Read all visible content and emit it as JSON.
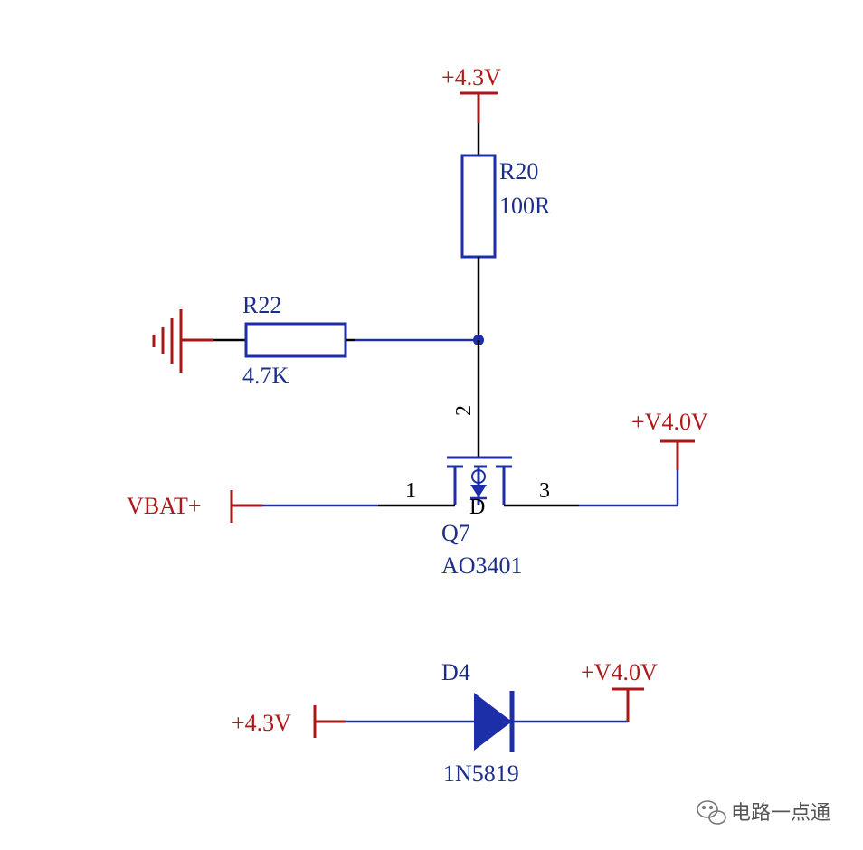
{
  "components": {
    "r20": {
      "ref": "R20",
      "value": "100R"
    },
    "r22": {
      "ref": "R22",
      "value": "4.7K"
    },
    "q7": {
      "ref": "Q7",
      "value": "AO3401",
      "pin_gate": "2",
      "pin_source": "1",
      "pin_drain": "3",
      "body_letter": "D"
    },
    "d4": {
      "ref": "D4",
      "value": "1N5819"
    }
  },
  "nets": {
    "top_supply": "+4.3V",
    "vbat": "VBAT+",
    "out_q7": "+V4.0V",
    "diode_in": "+4.3V",
    "diode_out": "+V4.0V"
  },
  "watermark": "电路一点通",
  "colors": {
    "wire": "#1c2ea8",
    "power": "#a81818",
    "label": "#1c2e8c",
    "power_text": "#b01818"
  }
}
